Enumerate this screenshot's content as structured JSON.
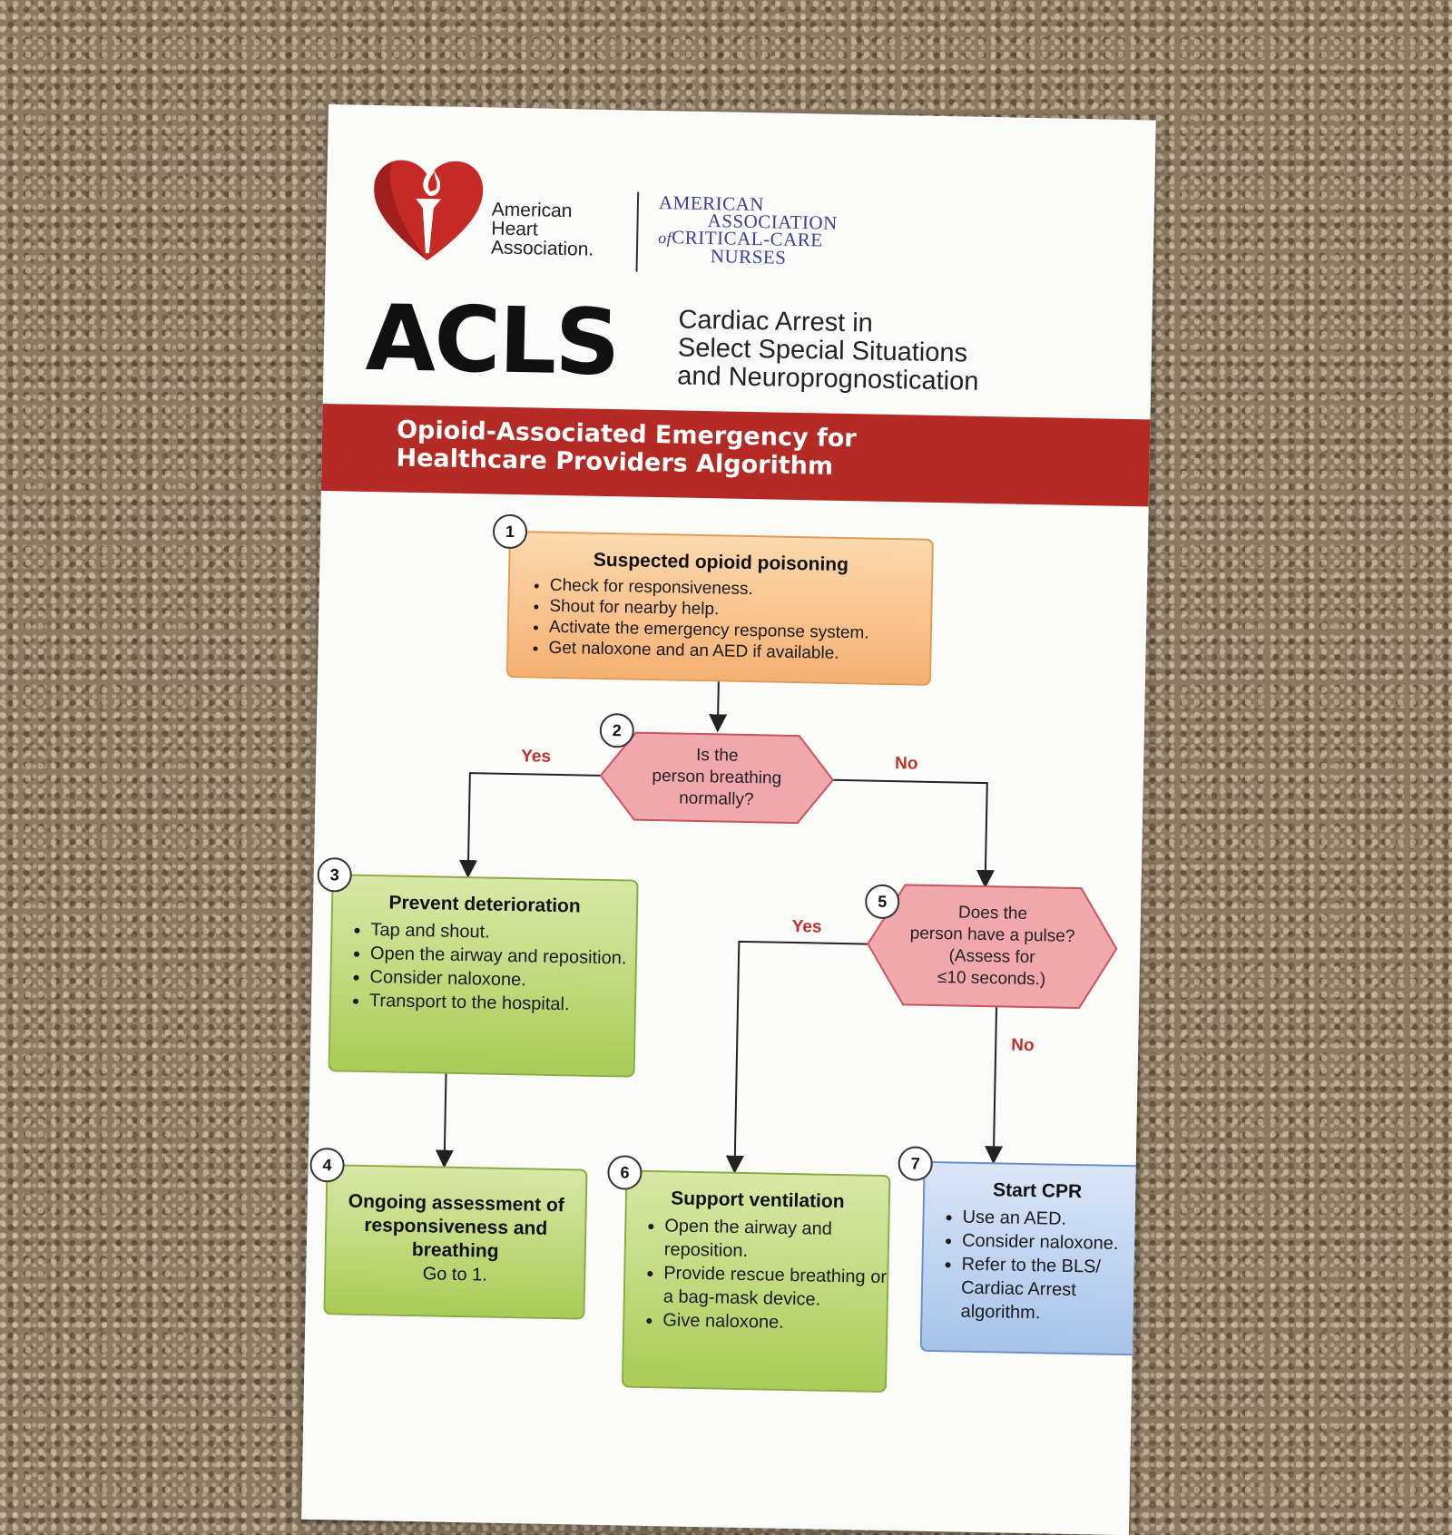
{
  "header": {
    "aha_name": [
      "American",
      "Heart",
      "Association."
    ],
    "aacn_name": [
      "AMERICAN",
      "ASSOCIATION",
      "of",
      "CRITICAL-CARE",
      "NURSES"
    ],
    "acls": "ACLS",
    "subtitle": [
      "Cardiac Arrest in",
      "Select Special Situations",
      "and Neuroprognostication"
    ]
  },
  "banner": {
    "title": [
      "Opioid-Associated Emergency for",
      "Healthcare Providers Algorithm"
    ]
  },
  "colors": {
    "brand_red": "#b42b25",
    "orange_box": "#f5b072",
    "green_box": "#a9cc57",
    "blue_box": "#a6c2ea",
    "decision_fill": "#f0a8ad",
    "branch_label": "#c0302a",
    "aacn_blue": "#3a3f9a"
  },
  "steps": {
    "s1": {
      "num": "1",
      "title": "Suspected opioid poisoning",
      "items": [
        "Check for responsiveness.",
        "Shout for nearby help.",
        "Activate the emergency response system.",
        "Get naloxone and an AED if available."
      ]
    },
    "s2": {
      "num": "2",
      "question": [
        "Is the",
        "person breathing",
        "normally?"
      ]
    },
    "s3": {
      "num": "3",
      "title": "Prevent deterioration",
      "items": [
        "Tap and shout.",
        "Open the airway and reposition.",
        "Consider naloxone.",
        "Transport to the hospital."
      ]
    },
    "s4": {
      "num": "4",
      "title": "Ongoing assessment of responsiveness and breathing",
      "goto": "Go to 1."
    },
    "s5": {
      "num": "5",
      "question": [
        "Does the",
        "person have a pulse?",
        "(Assess for",
        "≤10 seconds.)"
      ]
    },
    "s6": {
      "num": "6",
      "title": "Support ventilation",
      "items": [
        "Open the airway and reposition.",
        "Provide rescue breathing or a bag-mask device.",
        "Give naloxone."
      ]
    },
    "s7": {
      "num": "7",
      "title": "Start CPR",
      "items": [
        "Use an AED.",
        "Consider naloxone.",
        "Refer to the BLS/ Cardiac Arrest algorithm."
      ]
    }
  },
  "branches": {
    "yes_1": "Yes",
    "no_1": "No",
    "yes_2": "Yes",
    "no_2": "No"
  }
}
